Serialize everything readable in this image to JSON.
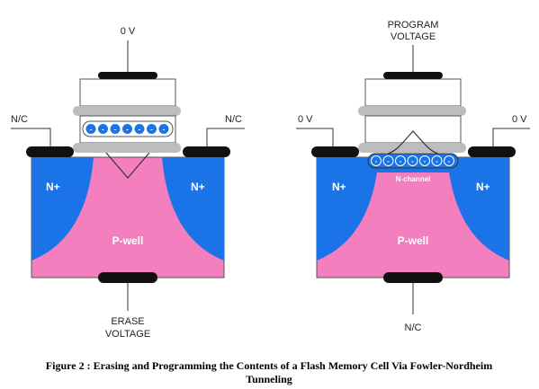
{
  "left_cell": {
    "gate_voltage": "0 V",
    "left_terminal": "N/C",
    "right_terminal": "N/C",
    "left_region": "N+",
    "right_region": "N+",
    "well": "P-well",
    "substrate_voltage_line1": "ERASE",
    "substrate_voltage_line2": "VOLTAGE",
    "stored_electrons": 7,
    "electron_symbol": "-"
  },
  "right_cell": {
    "gate_voltage_line1": "PROGRAM",
    "gate_voltage_line2": "VOLTAGE",
    "left_terminal": "0 V",
    "right_terminal": "0 V",
    "left_region": "N+",
    "right_region": "N+",
    "channel": "N-channel",
    "well": "P-well",
    "substrate_terminal": "N/C",
    "channel_electrons": 7,
    "electron_symbol": "-"
  },
  "caption": {
    "line1": "Figure 2 : Erasing and Programming the Contents of a Flash Memory Cell Via Fowler-Nordheim",
    "line2": "Tunneling"
  },
  "colors": {
    "n_plus": "#1a74e8",
    "p_well": "#f47fbe",
    "oxide": "#bdbdbd",
    "contact": "#111111",
    "electron": "#1a74e8"
  }
}
